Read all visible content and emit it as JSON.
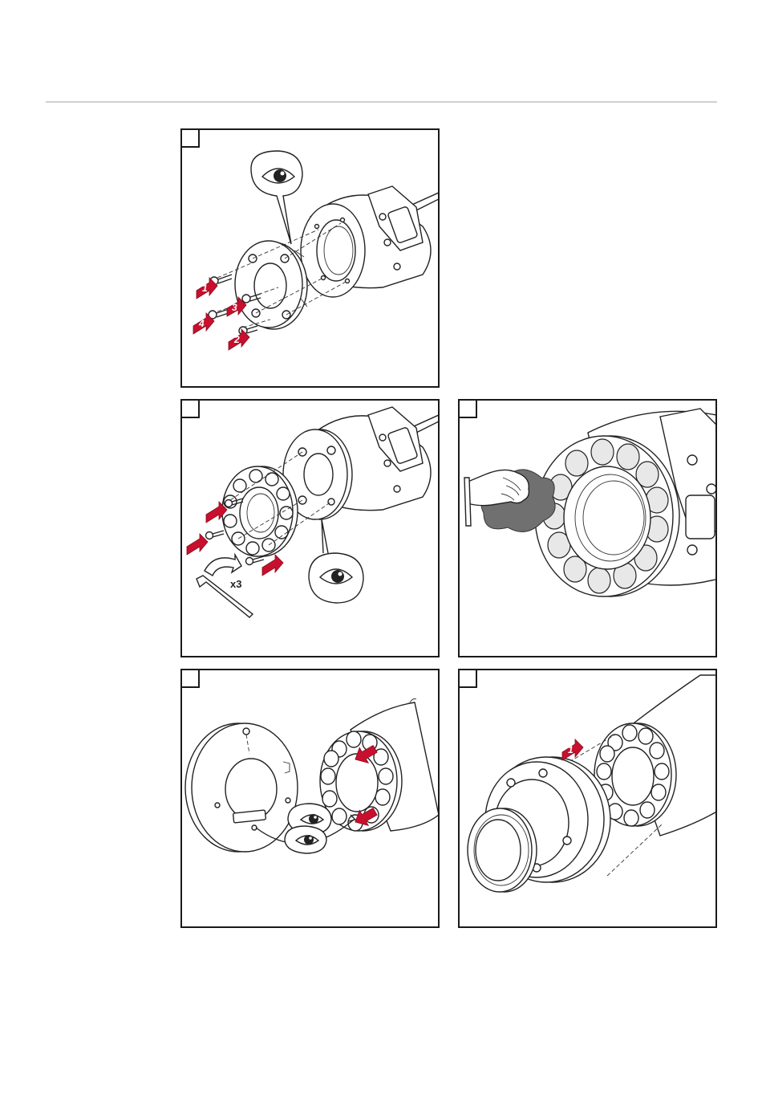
{
  "page": {
    "panels": [
      {
        "id": "step-1",
        "markers": [
          "1",
          "2",
          "3",
          "4"
        ]
      },
      {
        "id": "step-2",
        "multiplier": "x3"
      },
      {
        "id": "step-3"
      },
      {
        "id": "step-4"
      },
      {
        "id": "step-5",
        "markers": [
          "1"
        ]
      }
    ]
  },
  "colors": {
    "accent_red": "#c8102e",
    "line": "#222222",
    "rule": "#d0d0d0"
  },
  "icons": [
    "eye-icon",
    "arrow-icon",
    "hex-key-icon",
    "glove-hand-icon",
    "cloth-icon"
  ]
}
